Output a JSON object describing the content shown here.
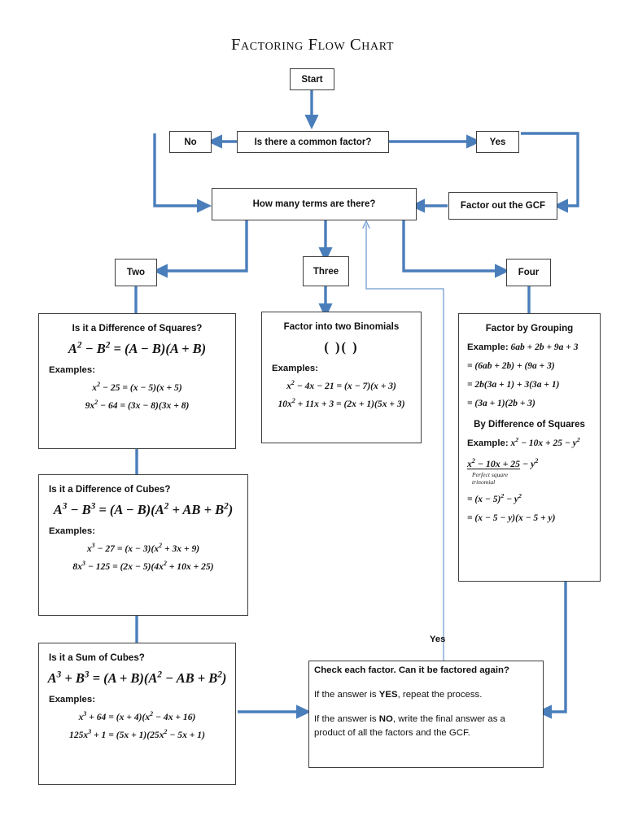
{
  "title": "Factoring Flow Chart",
  "colors": {
    "arrow_blue": "#4a7ebb",
    "arrow_thin_blue": "#6f9bd1",
    "box_border": "#3f3f3f",
    "text": "#111111",
    "background": "#ffffff"
  },
  "nodes": {
    "start": {
      "label": "Start"
    },
    "common_factor": {
      "label": "Is there a common factor?"
    },
    "no": {
      "label": "No"
    },
    "yes": {
      "label": "Yes"
    },
    "gcf": {
      "label": "Factor out the GCF"
    },
    "terms": {
      "label": "How many terms are there?"
    },
    "two": {
      "label": "Two"
    },
    "three": {
      "label": "Three"
    },
    "four": {
      "label": "Four"
    }
  },
  "edge_labels": {
    "yes_feedback": "Yes"
  },
  "cards": {
    "difference_of_squares": {
      "title": "Is it a Difference of Squares?",
      "formula": "A² − B² = (A − B)(A + B)",
      "examples_label": "Examples:",
      "examples": [
        "x² − 25 = (x − 5)(x + 5)",
        "9x² − 64 = (3x − 8)(3x + 8)"
      ]
    },
    "difference_of_cubes": {
      "title": "Is it a Difference of Cubes?",
      "formula": "A³ − B³ = (A − B)(A² + AB + B²)",
      "examples_label": "Examples:",
      "examples": [
        "x³ − 27 = (x − 3)(x² + 3x + 9)",
        "8x³ − 125 = (2x − 5)(4x² + 10x + 25)"
      ]
    },
    "sum_of_cubes": {
      "title": "Is it a Sum of Cubes?",
      "formula": "A³ + B³ = (A + B)(A² − AB + B²)",
      "examples_label": "Examples:",
      "examples": [
        "x³ + 64 = (x + 4)(x² − 4x + 16)",
        "125x³ + 1 = (5x + 1)(25x² − 5x + 1)"
      ]
    },
    "two_binomials": {
      "title": "Factor into two Binomials",
      "formula": "(      )(      )",
      "examples_label": "Examples:",
      "examples": [
        "x² − 4x − 21 = (x − 7)(x + 3)",
        "10x² + 11x + 3 = (2x + 1)(5x + 3)"
      ]
    },
    "grouping": {
      "title": "Factor by Grouping",
      "example_label": "Example:",
      "example_expr": "6ab + 2b + 9a + 3",
      "steps": [
        "= (6ab + 2b) + (9a + 3)",
        "= 2b(3a + 1) + 3(3a + 1)",
        "= (3a + 1)(2b + 3)"
      ],
      "subtitle": "By Difference of Squares",
      "example2_label": "Example:",
      "example2_expr": "x² − 10x + 25 − y²",
      "perfect_square_underlined": "x² − 10x + 25",
      "perfect_square_tail": " − y²",
      "perfect_square_note": "Perfect square\n   trinomial",
      "steps2": [
        "= (x − 5)² − y²",
        "= (x − 5 − y)(x − 5 + y)"
      ]
    },
    "check": {
      "line1": "Check each factor.  Can it be factored again?",
      "line2_pre": " If the answer is ",
      "line2_em": "YES",
      "line2_post": ", repeat the process.",
      "line3_pre": "If the answer is ",
      "line3_em": "NO",
      "line3_post": ", write the final answer as a product of all the factors and the GCF."
    }
  }
}
